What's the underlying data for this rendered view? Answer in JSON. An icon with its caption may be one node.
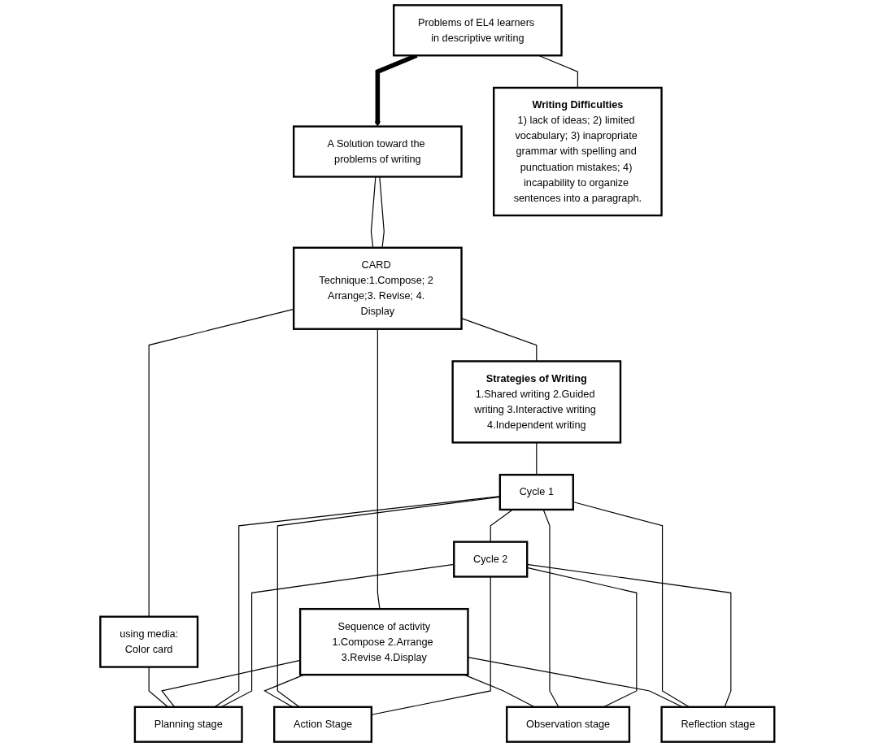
{
  "diagram": {
    "nodes": [
      {
        "text": [
          "Problems of EL4 learners in descriptive writing"
        ]
      },
      {
        "text": [
          "A Solution toward the problems of writing"
        ]
      },
      {
        "text": [
          "Writing Difficulties",
          "1) lack of ideas; 2) limited vocabulary; 3) inapropriate grammar with spelling and punctuation mistakes; 4) incapability to organize sentences into a paragraph."
        ]
      },
      {
        "text": [
          "CARD Technique:1.Compose; 2 Arrange;3. Revise; 4. Display"
        ]
      },
      {
        "text": [
          "Strategies of Writing",
          "1.Shared writing 2.Guided writing 3.Interactive writing 4.Independent writing"
        ]
      },
      {
        "text": [
          "Sequence of activity",
          "1.Compose 2.Arrange 3.Revise 4.Display"
        ]
      },
      {
        "text": [
          "using media:",
          "Color card"
        ]
      },
      {
        "text": [
          "Planning stage"
        ]
      },
      {
        "text": [
          "Cycle 1"
        ]
      },
      {
        "text": [
          "Action Stage"
        ]
      },
      {
        "text": [
          "Observation stage"
        ]
      },
      {
        "text": [
          "Cycle 2"
        ]
      },
      {
        "text": [
          "Reflection stage"
        ]
      }
    ],
    "edges": [
      {
        "from": 0,
        "to": 1,
        "arrow": "to",
        "style": "thick"
      },
      {
        "from": 0,
        "to": 2,
        "arrow": "none"
      },
      {
        "from": 1,
        "to": 3,
        "arrow": "none"
      },
      {
        "from": 1,
        "to": 3,
        "arrow": "none"
      },
      {
        "from": 3,
        "to": 4,
        "arrow": "none"
      },
      {
        "from": 3,
        "to": 5,
        "arrow": "none"
      },
      {
        "from": 3,
        "to": 6,
        "arrow": "none"
      },
      {
        "from": 4,
        "to": 8,
        "arrow": "none"
      },
      {
        "from": 6,
        "to": 7,
        "arrow": "none"
      },
      {
        "from": 8,
        "to": 11,
        "arrow": "none"
      },
      {
        "from": 5,
        "to": 7,
        "arrow": "none"
      },
      {
        "from": 5,
        "to": 9,
        "arrow": "none"
      },
      {
        "from": 5,
        "to": 10,
        "arrow": "none"
      },
      {
        "from": 5,
        "to": 12,
        "arrow": "none"
      },
      {
        "from": 8,
        "to": 7,
        "arrow": "none"
      },
      {
        "from": 8,
        "to": 9,
        "arrow": "none"
      },
      {
        "from": 8,
        "to": 10,
        "arrow": "none"
      },
      {
        "from": 8,
        "to": 12,
        "arrow": "none"
      },
      {
        "from": 11,
        "to": 7,
        "arrow": "none"
      },
      {
        "from": 11,
        "to": 9,
        "arrow": "none"
      },
      {
        "from": 11,
        "to": 10,
        "arrow": "none"
      },
      {
        "from": 11,
        "to": 12,
        "arrow": "none"
      }
    ]
  }
}
